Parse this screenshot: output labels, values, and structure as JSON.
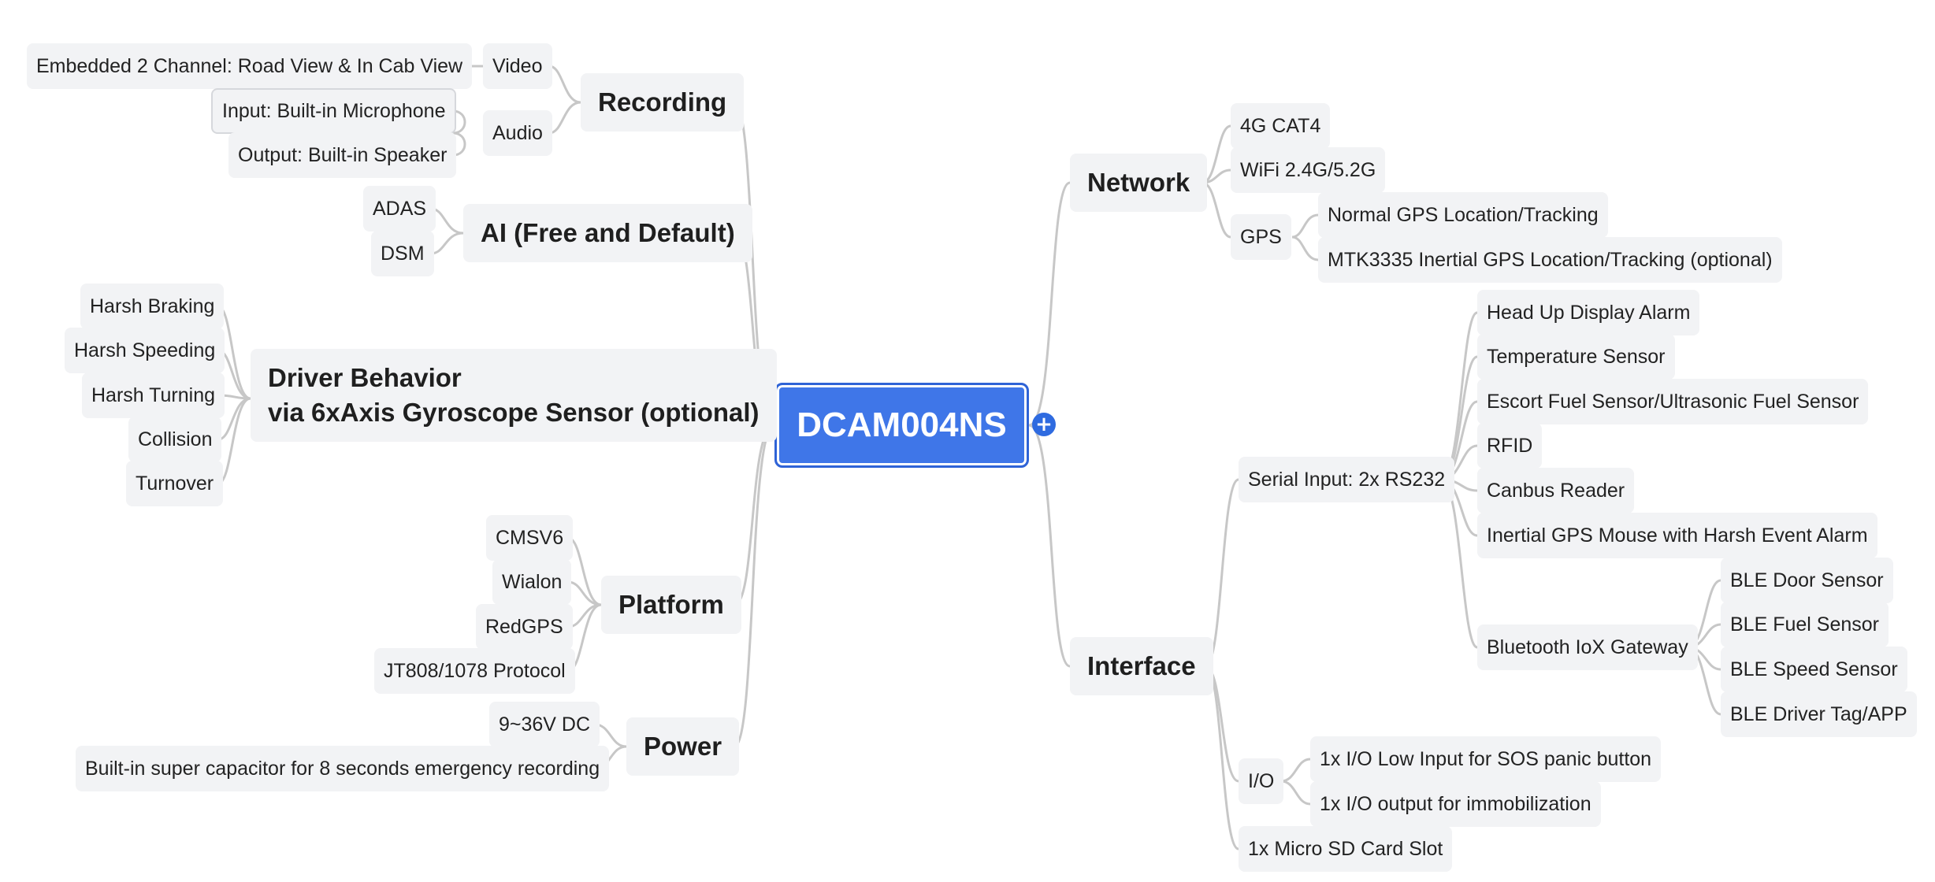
{
  "root": {
    "label": "DCAM004NS",
    "expand_label": "+"
  },
  "left": {
    "recording": {
      "label": "Recording",
      "video": {
        "label": "Video",
        "detail": "Embedded 2 Channel: Road View & In Cab View"
      },
      "audio": {
        "label": "Audio",
        "input": "Input: Built-in Microphone",
        "output": "Output: Built-in Speaker"
      }
    },
    "ai": {
      "label": "AI (Free and Default)",
      "items": [
        "ADAS",
        "DSM"
      ]
    },
    "driver_behavior": {
      "line1": "Driver Behavior",
      "line2": "via 6xAxis Gyroscope Sensor (optional)",
      "items": [
        "Harsh Braking",
        "Harsh Speeding",
        "Harsh Turning",
        "Collision",
        "Turnover"
      ]
    },
    "platform": {
      "label": "Platform",
      "items": [
        "CMSV6",
        "Wialon",
        "RedGPS",
        "JT808/1078 Protocol"
      ]
    },
    "power": {
      "label": "Power",
      "items": [
        "9~36V DC",
        "Built-in super capacitor for 8 seconds emergency recording"
      ]
    }
  },
  "right": {
    "network": {
      "label": "Network",
      "items": [
        "4G CAT4",
        "WiFi 2.4G/5.2G"
      ],
      "gps": {
        "label": "GPS",
        "items": [
          "Normal GPS Location/Tracking",
          "MTK3335 Inertial GPS Location/Tracking (optional)"
        ]
      }
    },
    "interface": {
      "label": "Interface",
      "serial": {
        "label": "Serial Input: 2x RS232",
        "items": [
          "Head Up Display Alarm",
          "Temperature Sensor",
          "Escort Fuel Sensor/Ultrasonic Fuel Sensor",
          "RFID",
          "Canbus Reader",
          "Inertial GPS Mouse with Harsh Event Alarm"
        ],
        "bluetooth": {
          "label": "Bluetooth IoX Gateway",
          "items": [
            "BLE Door Sensor",
            "BLE Fuel Sensor",
            "BLE Speed Sensor",
            "BLE Driver Tag/APP"
          ]
        }
      },
      "io": {
        "label": "I/O",
        "items": [
          "1x I/O Low Input for SOS panic button",
          "1x I/O output for immobilization"
        ]
      },
      "sd": "1x Micro SD Card Slot"
    }
  }
}
